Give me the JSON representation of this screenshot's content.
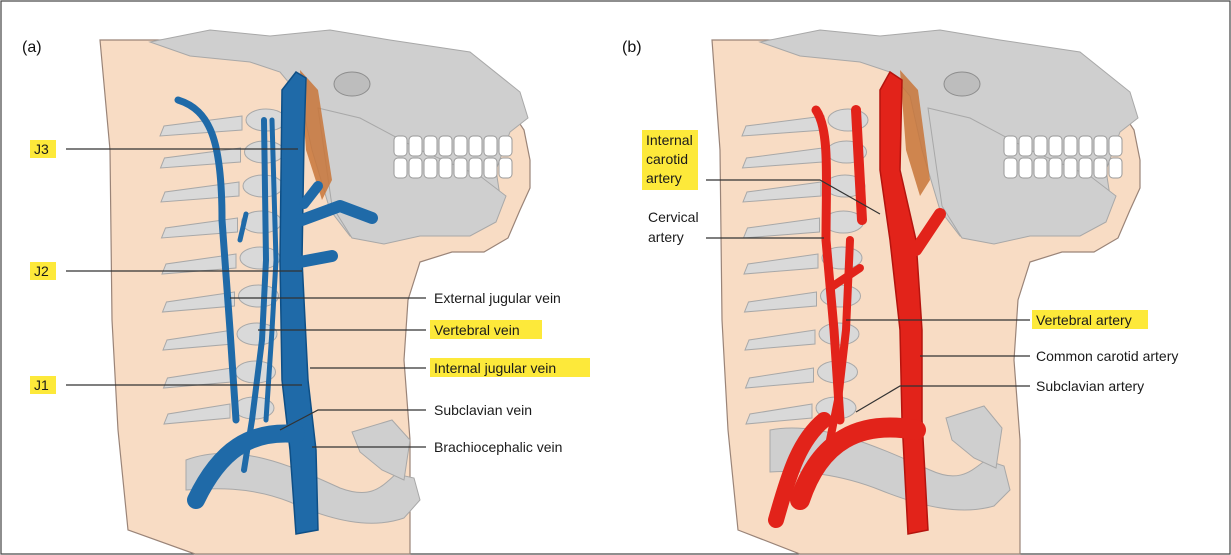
{
  "colors": {
    "skin": "#f8dcc4",
    "skin_outline": "#9a8478",
    "bone": "#cfcfcf",
    "bone_dark": "#a8a8a8",
    "vertebra": "#d9d9d9",
    "teeth": "#ffffff",
    "vein": "#1f6aa8",
    "vein_dark": "#0e4f86",
    "artery": "#e2231a",
    "artery_dark": "#b5140e",
    "highlight": "#fde93a",
    "muscle": "#c8763a"
  },
  "panel_a": {
    "tag": "(a)",
    "labels": {
      "j3": "J3",
      "j2": "J2",
      "j1": "J1",
      "external_jugular": "External jugular vein",
      "vertebral_vein": "Vertebral vein",
      "internal_jugular": "Internal jugular vein",
      "subclavian_vein": "Subclavian vein",
      "brachiocephalic": "Brachiocephalic vein"
    }
  },
  "panel_b": {
    "tag": "(b)",
    "labels": {
      "internal_carotid_1": "Internal",
      "internal_carotid_2": "carotid",
      "internal_carotid_3": "artery",
      "cervical_1": "Cervical",
      "cervical_2": "artery",
      "vertebral_artery": "Vertebral artery",
      "common_carotid": "Common carotid artery",
      "subclavian_artery": "Subclavian artery"
    }
  }
}
